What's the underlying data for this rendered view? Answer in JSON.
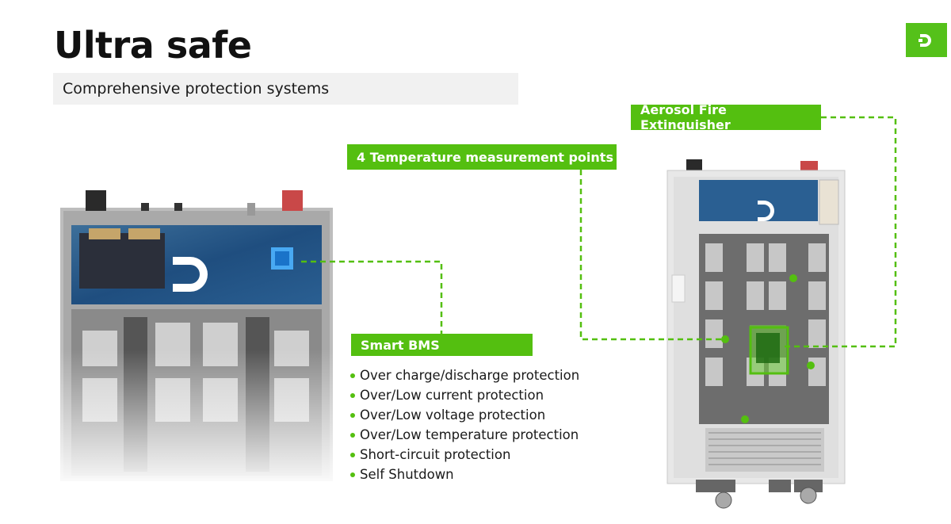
{
  "header": {
    "title": "Ultra safe",
    "subtitle": "Comprehensive protection systems"
  },
  "callouts": {
    "aerosol": "Aerosol Fire Extinguisher",
    "temperature": "4 Temperature measurement points",
    "bms": "Smart BMS"
  },
  "bms_features": [
    "Over charge/discharge protection",
    "Over/Low current protection",
    "Over/Low voltage protection",
    "Over/Low temperature protection",
    "Short-circuit protection",
    "Self Shutdown"
  ],
  "colors": {
    "accent": "#54bf10",
    "logo_tile": "#55c11a"
  },
  "icons": {
    "logo": "d-logo-icon"
  }
}
